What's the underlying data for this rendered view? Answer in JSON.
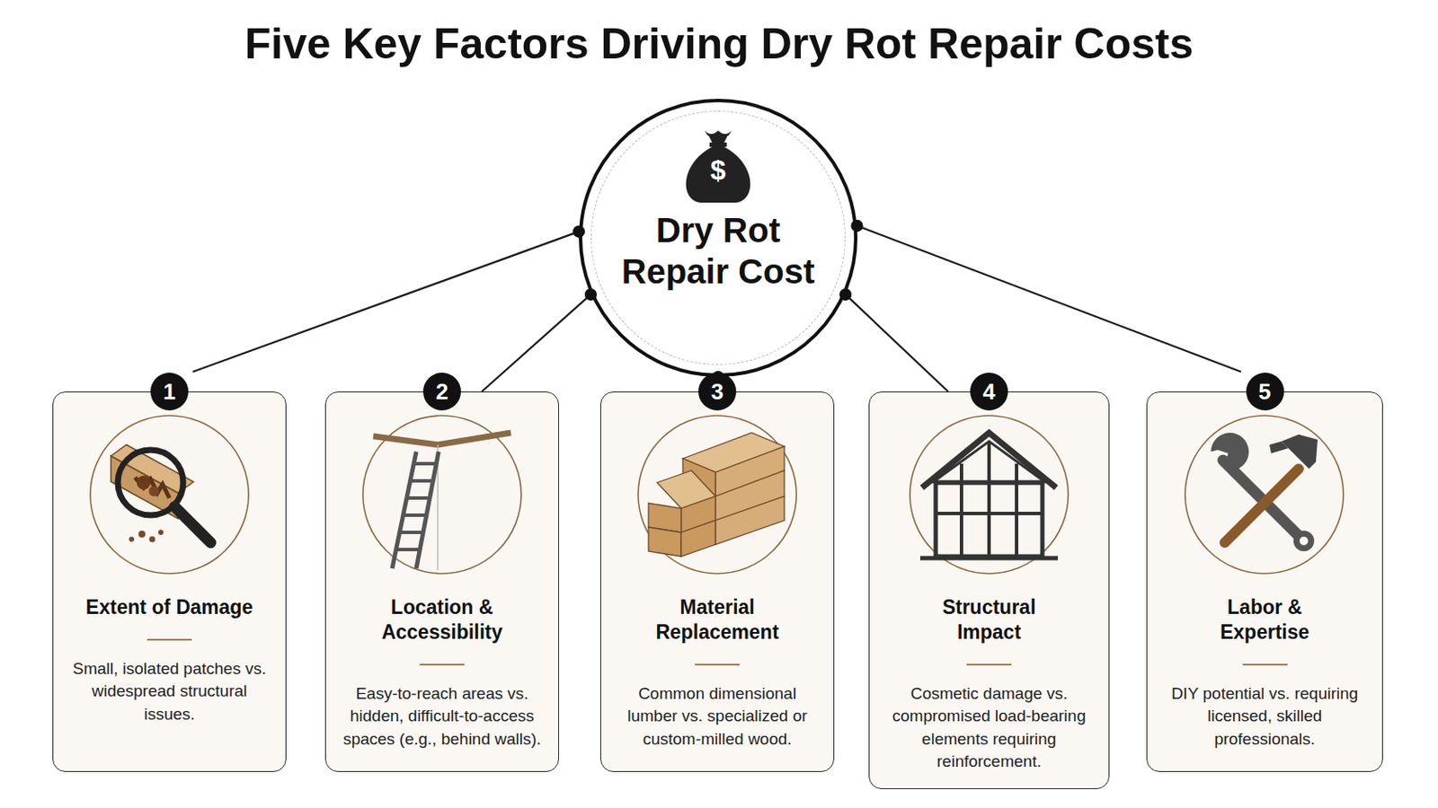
{
  "diagram": {
    "title": "Five Key Factors Driving Dry Rot Repair Costs",
    "nodes": [
      {
        "text": [
          "Dry Rot Repair Cost"
        ]
      },
      {
        "text": [
          "Extent of Damage",
          "Small, isolated patches vs. widespread structural issues."
        ]
      },
      {
        "text": [
          "Location & Accessibility",
          "Easy-to-reach areas vs. hidden, difficult-to-access spaces (e.g., behind walls)."
        ]
      },
      {
        "text": [
          "Material Replacement",
          "Common dimensional lumber vs. specialized or custom-milled wood."
        ]
      },
      {
        "text": [
          "Structural Impact",
          "Cosmetic damage vs. compromised load-bearing elements requiring reinforcement."
        ]
      },
      {
        "text": [
          "Labor & Expertise",
          "DIY potential vs. requiring licensed, skilled professionals."
        ]
      }
    ],
    "edges": [
      {
        "from": 0,
        "to": 1,
        "arrow": "none"
      },
      {
        "from": 0,
        "to": 2,
        "arrow": "none"
      },
      {
        "from": 0,
        "to": 3,
        "arrow": "none"
      },
      {
        "from": 0,
        "to": 4,
        "arrow": "none"
      },
      {
        "from": 0,
        "to": 5,
        "arrow": "none"
      }
    ],
    "labels": [
      "$",
      "1",
      "2",
      "3",
      "4",
      "5"
    ]
  }
}
